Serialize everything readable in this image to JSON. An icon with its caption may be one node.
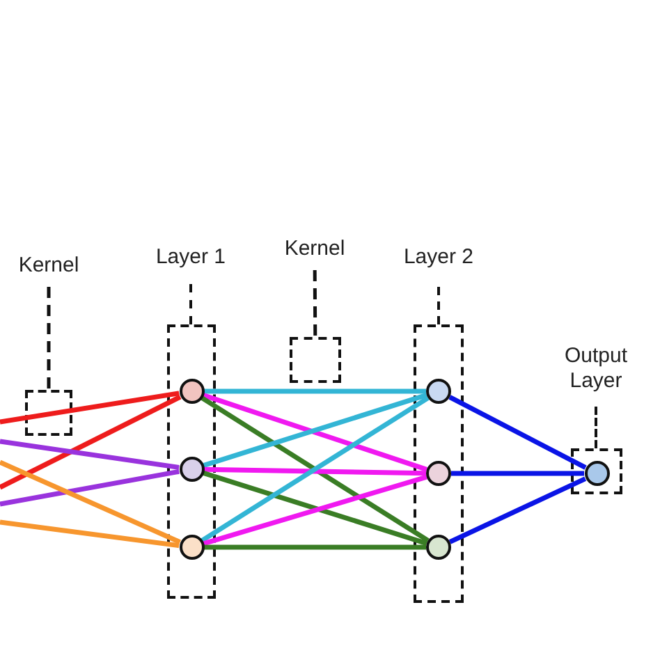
{
  "diagram": {
    "nodes": [
      {
        "text": [
          "Kernel"
        ]
      },
      {
        "text": [],
        "shape": "box"
      },
      {
        "text": [
          "Layer 1"
        ]
      },
      {
        "text": [],
        "shape": "circle",
        "in": 2
      },
      {
        "text": [],
        "shape": "circle",
        "in": 2
      },
      {
        "text": [],
        "shape": "circle",
        "in": 2
      },
      {
        "text": [
          "Kernel"
        ]
      },
      {
        "text": [],
        "shape": "box"
      },
      {
        "text": [
          "Layer 2"
        ]
      },
      {
        "text": [],
        "shape": "circle",
        "in": 8
      },
      {
        "text": [],
        "shape": "circle",
        "in": 8
      },
      {
        "text": [],
        "shape": "circle",
        "in": 8
      },
      {
        "text": [
          "Output Layer"
        ]
      },
      {
        "text": [],
        "shape": "circle",
        "in": 12
      }
    ],
    "edges": [
      {
        "from": 0,
        "to": 1,
        "arrow": "none",
        "style": "dashed",
        "color": "#111111"
      },
      {
        "from": 6,
        "to": 7,
        "arrow": "none",
        "style": "dashed",
        "color": "#111111"
      },
      {
        "from": null,
        "to": 3,
        "arrow": "none",
        "color": "#ee1c1c"
      },
      {
        "from": null,
        "to": 3,
        "arrow": "none",
        "color": "#ee1c1c"
      },
      {
        "from": null,
        "to": 4,
        "arrow": "none",
        "color": "#9933dd"
      },
      {
        "from": null,
        "to": 4,
        "arrow": "none",
        "color": "#9933dd"
      },
      {
        "from": null,
        "to": 5,
        "arrow": "none",
        "color": "#f7962e"
      },
      {
        "from": null,
        "to": 5,
        "arrow": "none",
        "color": "#f7962e"
      },
      {
        "from": 3,
        "to": 9,
        "arrow": "none",
        "color": "#33b5d5"
      },
      {
        "from": 3,
        "to": 10,
        "arrow": "none",
        "color": "#f019f0"
      },
      {
        "from": 3,
        "to": 11,
        "arrow": "none",
        "color": "#3a7d25"
      },
      {
        "from": 4,
        "to": 9,
        "arrow": "none",
        "color": "#33b5d5"
      },
      {
        "from": 4,
        "to": 10,
        "arrow": "none",
        "color": "#f019f0"
      },
      {
        "from": 4,
        "to": 11,
        "arrow": "none",
        "color": "#3a7d25"
      },
      {
        "from": 5,
        "to": 9,
        "arrow": "none",
        "color": "#33b5d5"
      },
      {
        "from": 5,
        "to": 10,
        "arrow": "none",
        "color": "#f019f0"
      },
      {
        "from": 5,
        "to": 11,
        "arrow": "none",
        "color": "#3a7d25"
      },
      {
        "from": 9,
        "to": 13,
        "arrow": "none",
        "color": "#0a14e6"
      },
      {
        "from": 10,
        "to": 13,
        "arrow": "none",
        "color": "#0a14e6"
      },
      {
        "from": 11,
        "to": 13,
        "arrow": "none",
        "color": "#0a14e6"
      }
    ]
  }
}
